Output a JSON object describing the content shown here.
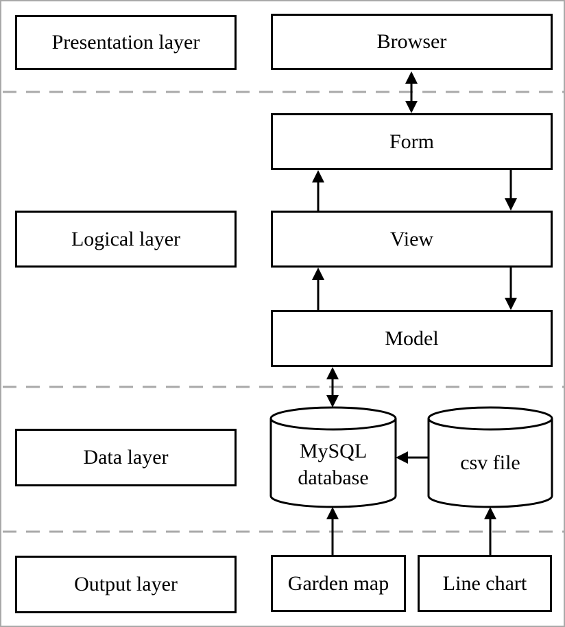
{
  "diagram": {
    "layers": [
      {
        "label": "Presentation layer"
      },
      {
        "label": "Logical layer"
      },
      {
        "label": "Data layer"
      },
      {
        "label": "Output layer"
      }
    ],
    "nodes": {
      "browser": "Browser",
      "form": "Form",
      "view": "View",
      "model": "Model",
      "mysql_line1": "MySQL",
      "mysql_line2": "database",
      "csv": "csv file",
      "garden_map": "Garden map",
      "line_chart": "Line chart"
    },
    "edges": [
      {
        "from": "Browser",
        "to": "Form",
        "direction": "bidirectional"
      },
      {
        "from": "View",
        "to": "Form",
        "direction": "up"
      },
      {
        "from": "Form",
        "to": "View",
        "direction": "down"
      },
      {
        "from": "Model",
        "to": "View",
        "direction": "up"
      },
      {
        "from": "View",
        "to": "Model",
        "direction": "down"
      },
      {
        "from": "Model",
        "to": "MySQL database",
        "direction": "bidirectional"
      },
      {
        "from": "csv file",
        "to": "MySQL database",
        "direction": "left"
      },
      {
        "from": "Garden map",
        "to": "MySQL database",
        "direction": "up"
      },
      {
        "from": "Line chart",
        "to": "csv file",
        "direction": "up"
      }
    ],
    "colors": {
      "box_border": "#000000",
      "divider": "#a9a9a9",
      "outer_border": "#a9a9a9",
      "background": "#ffffff",
      "text": "#000000"
    }
  }
}
